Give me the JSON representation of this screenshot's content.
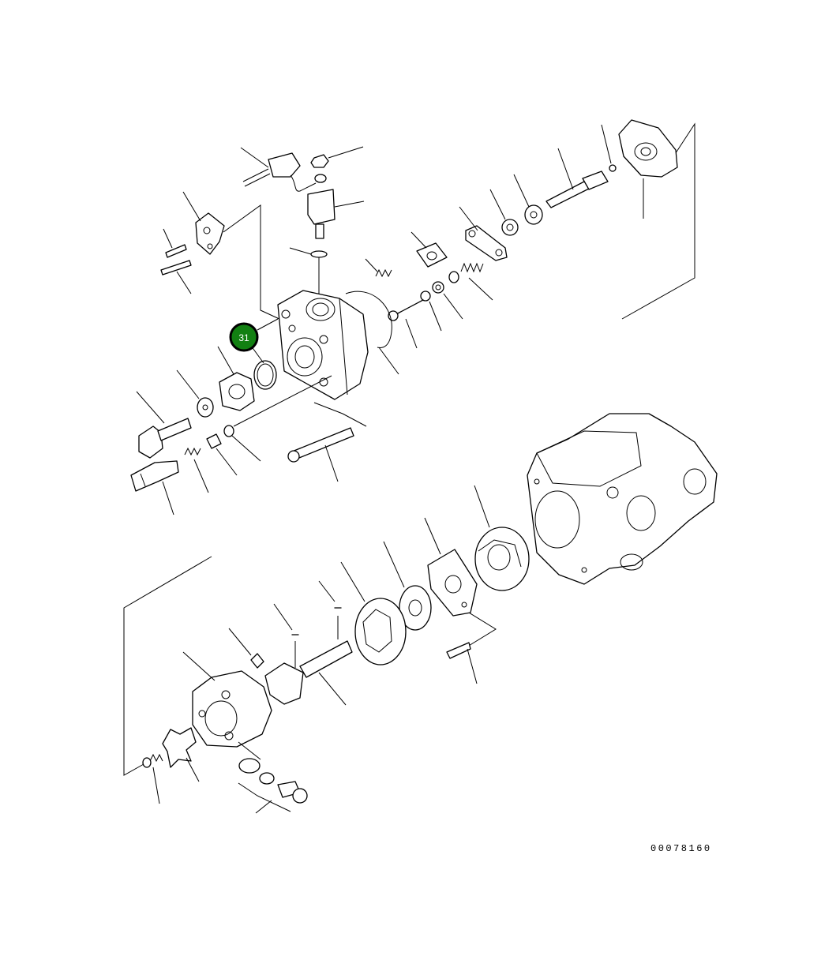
{
  "diagram": {
    "callouts": [
      {
        "id": "callout-31",
        "label": "31",
        "color": "#128012"
      }
    ],
    "drawing_number": "00078160"
  }
}
